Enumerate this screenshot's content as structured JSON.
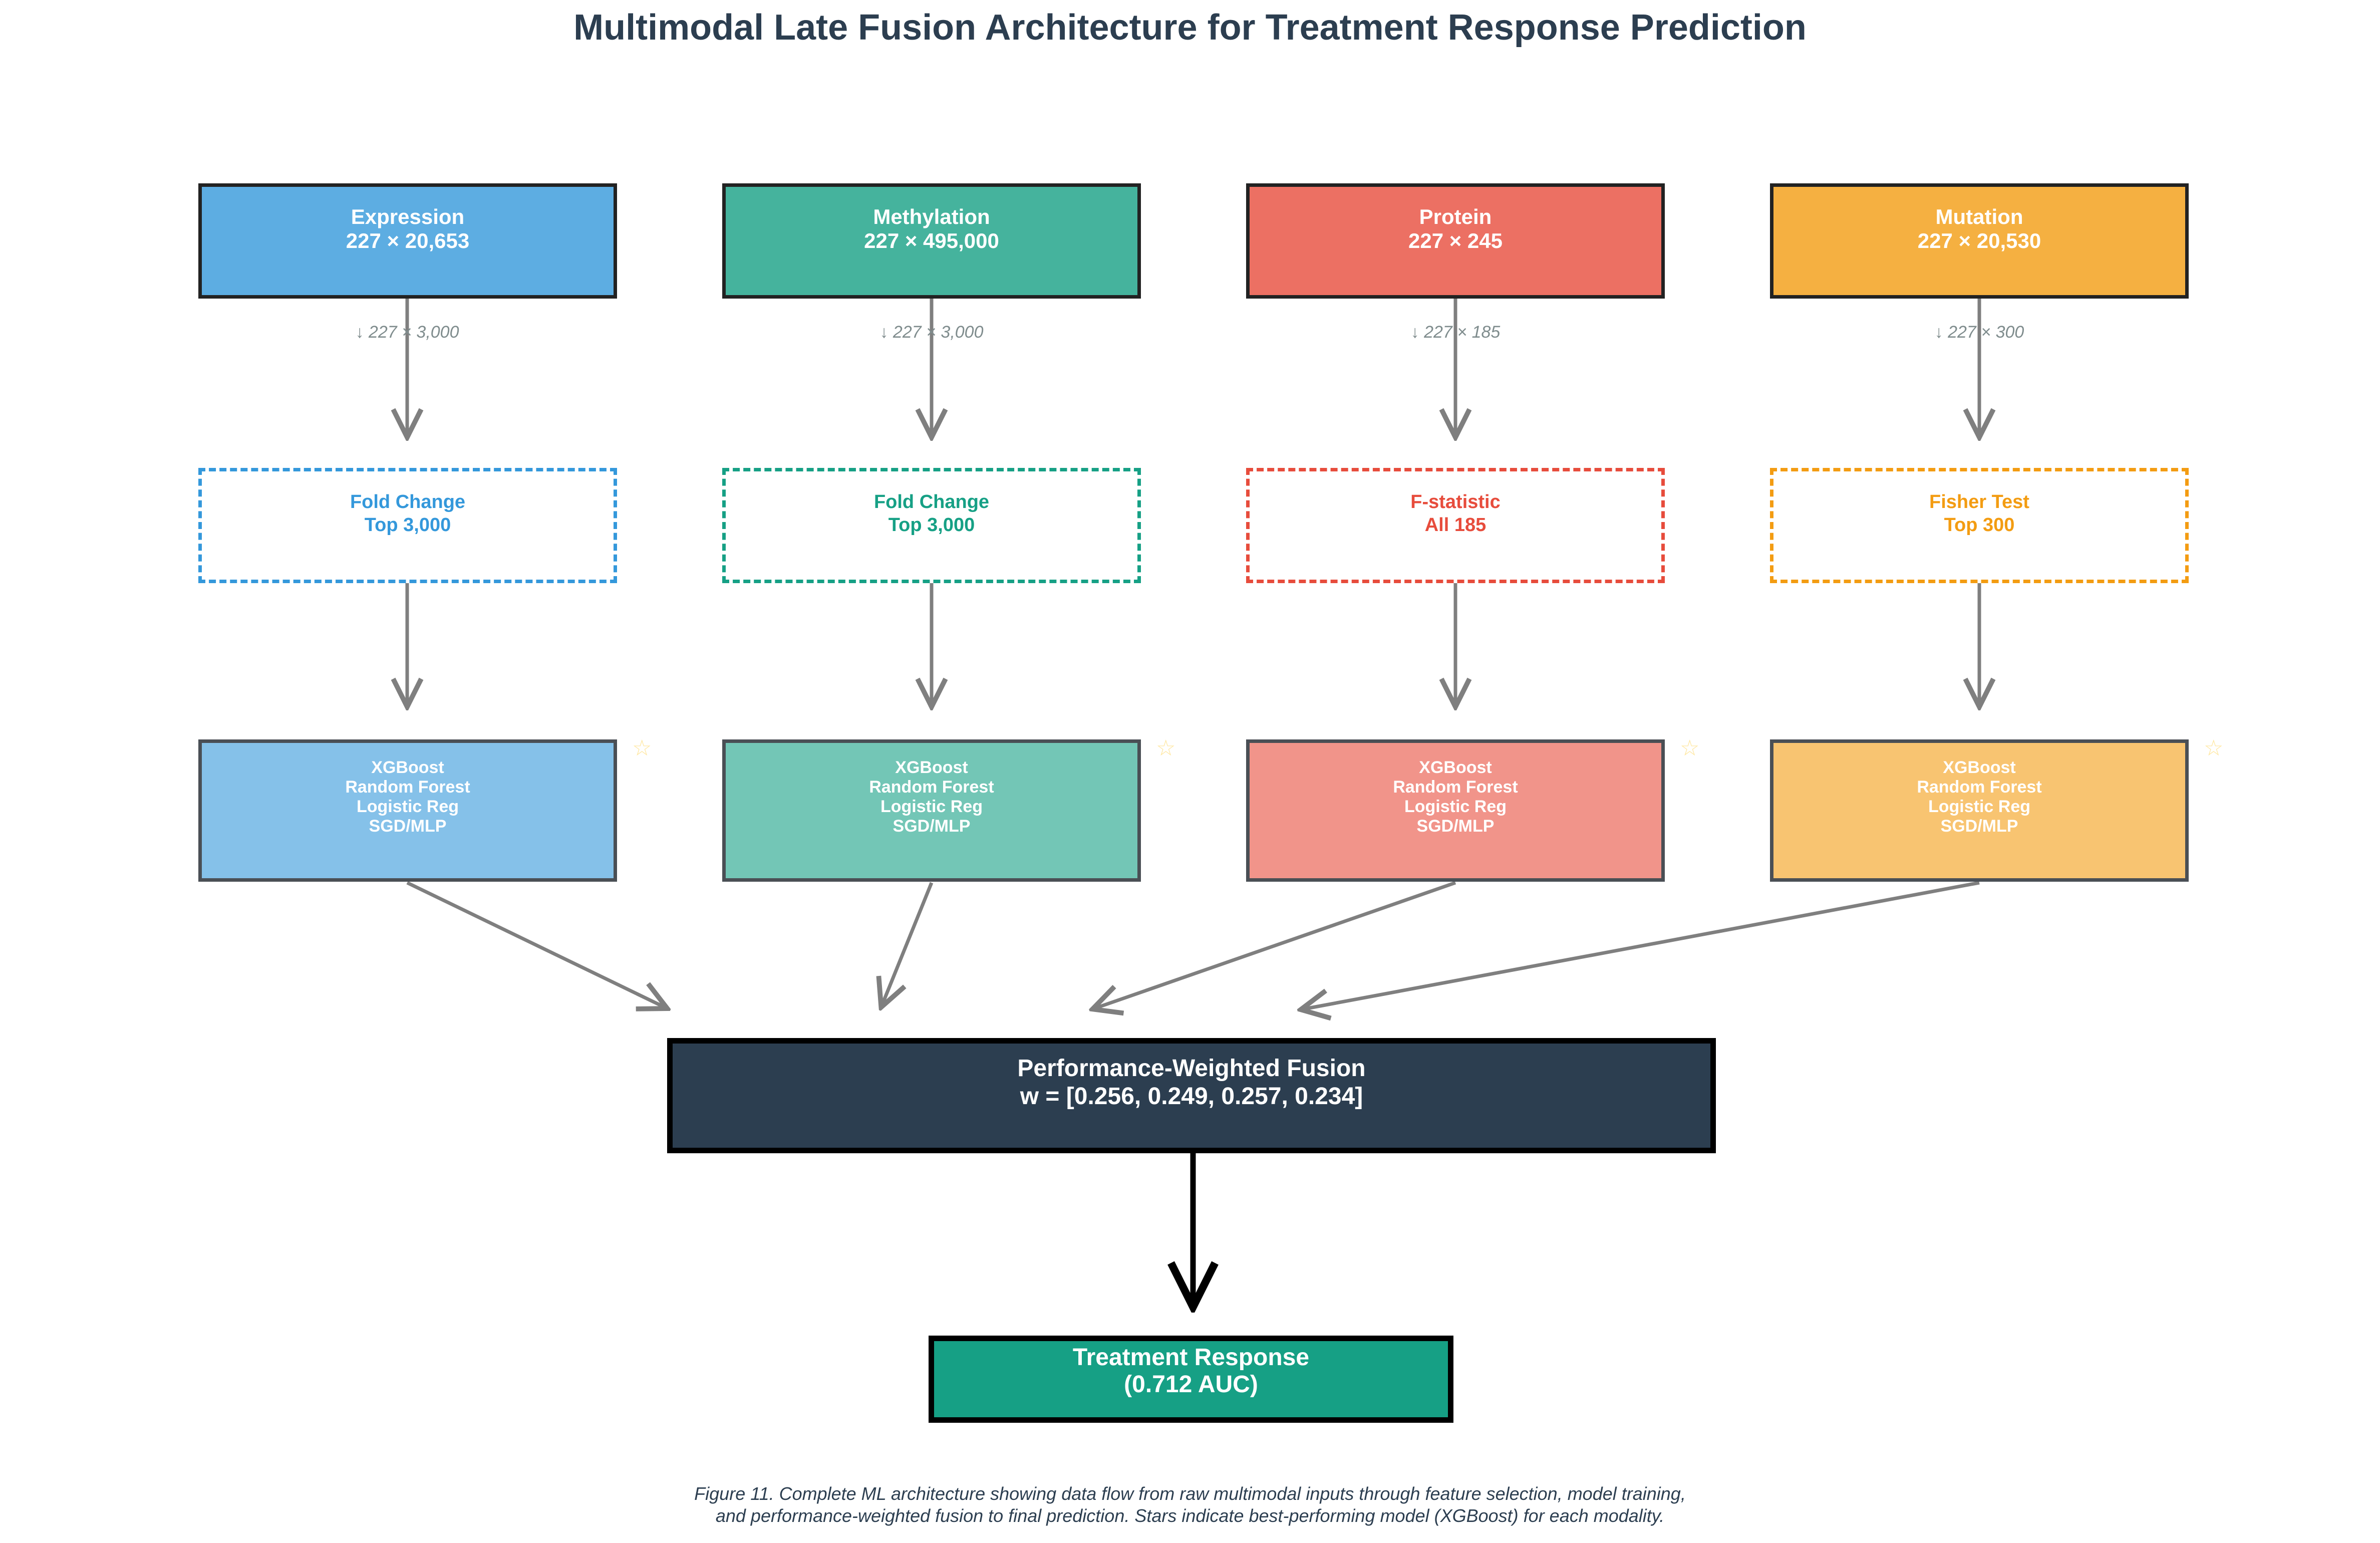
{
  "title": "Multimodal Late Fusion Architecture for Treatment Response Prediction",
  "modalities": [
    {
      "name": "Expression",
      "shape": "227 × 20,653",
      "reduced": "↓ 227 × 3,000",
      "selection_method": "Fold Change",
      "selection_count": "Top 3,000",
      "color": "#5dade2",
      "selection_color": "#3498db",
      "model_color": "#85c1e9"
    },
    {
      "name": "Methylation",
      "shape": "227 × 495,000",
      "reduced": "↓ 227 × 3,000",
      "selection_method": "Fold Change",
      "selection_count": "Top 3,000",
      "color": "#45b39d",
      "selection_color": "#16a085",
      "model_color": "#73c6b6"
    },
    {
      "name": "Protein",
      "shape": "227 × 245",
      "reduced": "↓ 227 × 185",
      "selection_method": "F-statistic",
      "selection_count": "All 185",
      "color": "#ec7063",
      "selection_color": "#e74c3c",
      "model_color": "#f1948a"
    },
    {
      "name": "Mutation",
      "shape": "227 × 20,530",
      "reduced": "↓ 227 × 300",
      "selection_method": "Fisher Test",
      "selection_count": "Top 300",
      "color": "#f5b041",
      "selection_color": "#f39c12",
      "model_color": "#f8c471"
    }
  ],
  "models": [
    "XGBoost",
    "Random Forest",
    "Logistic Reg",
    "SGD/MLP"
  ],
  "star_icon": "star-icon",
  "fusion": {
    "label": "Performance-Weighted Fusion",
    "weights_text": "w = [0.256, 0.249, 0.257, 0.234]",
    "color": "#2c3e50"
  },
  "output": {
    "label": "Treatment Response",
    "score": "(0.712 AUC)",
    "color": "#16a085"
  },
  "caption": [
    "Figure 11. Complete ML architecture showing data flow from raw multimodal inputs through feature selection, model training,",
    "and performance-weighted fusion to final prediction. Stars indicate best-performing model (XGBoost) for each modality."
  ]
}
